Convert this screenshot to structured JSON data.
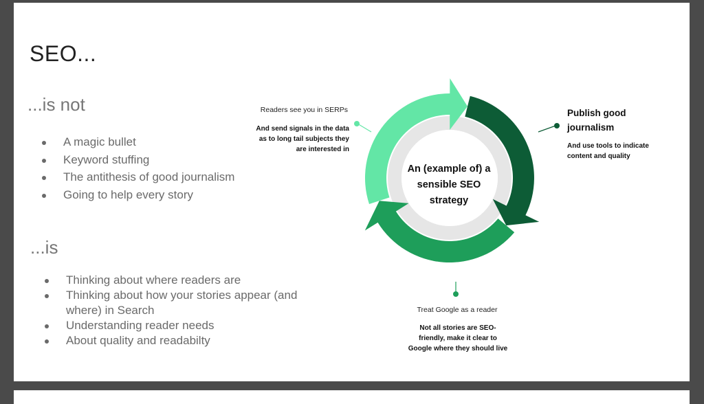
{
  "slide": {
    "title": "SEO...",
    "is_not": {
      "heading": "...is not",
      "items": [
        "A magic bullet",
        "Keyword stuffing",
        "The antithesis of good journalism",
        "Going to help every story"
      ]
    },
    "is": {
      "heading": "...is",
      "items": [
        "Thinking about where readers are",
        "Thinking about how your stories appear (and where) in Search",
        "Understanding reader needs",
        "About quality and readabilty"
      ]
    }
  },
  "cycle": {
    "center": "An (example of) a sensible SEO strategy",
    "stages": [
      {
        "title": "Publish good journalism",
        "detail": "And use tools to indicate content and quality",
        "color": "#0d5c36"
      },
      {
        "title": "Treat Google as a reader",
        "detail": "Not all stories are SEO-friendly, make it clear to Google where they should live",
        "color": "#1e9e5a"
      },
      {
        "title": "Readers see you in SERPs",
        "detail": "And send signals in the data as to long tail subjects they are interested in",
        "color": "#63e6a6"
      }
    ],
    "ring_color": "#e6e6e6"
  }
}
